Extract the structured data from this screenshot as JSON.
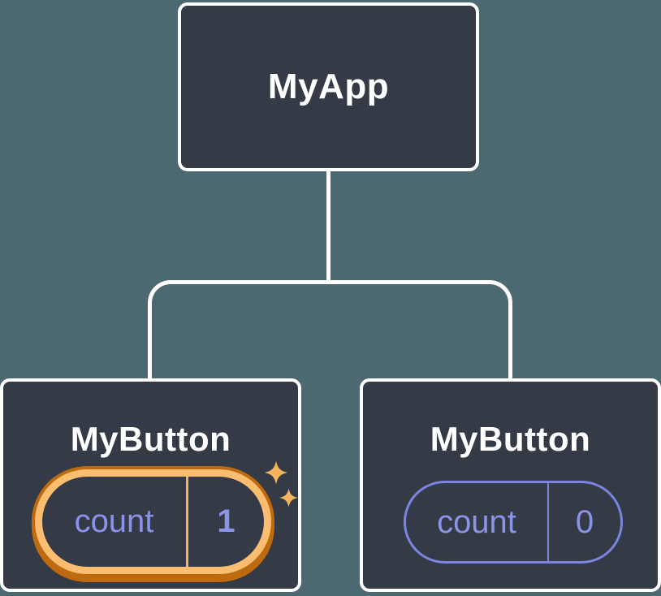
{
  "colors": {
    "background": "#4C6871",
    "node_fill": "#343B46",
    "node_border": "#FFFFFF",
    "connector": "#FFFFFF",
    "text_primary": "#FFFFFF",
    "state_text": "#8A93E8",
    "state_border": "#7B85E0",
    "highlight_inner": "#FBBD70",
    "highlight_outer": "#BE6A10",
    "highlight_divider": "#F5B35C",
    "sparkle": "#F5B45C"
  },
  "tree": {
    "root": {
      "label": "MyApp"
    },
    "children": [
      {
        "label": "MyButton",
        "state": {
          "name": "count",
          "value": "1"
        },
        "highlighted": true
      },
      {
        "label": "MyButton",
        "state": {
          "name": "count",
          "value": "0"
        },
        "highlighted": false
      }
    ]
  }
}
